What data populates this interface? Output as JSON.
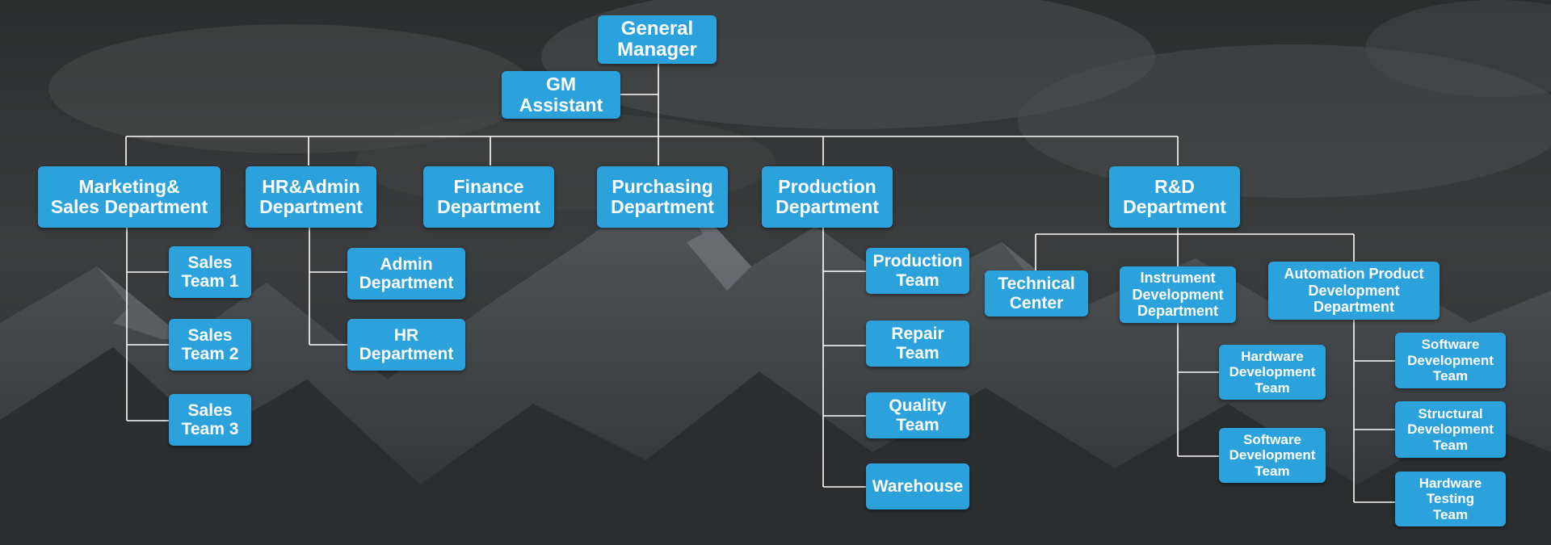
{
  "colors": {
    "node_fill": "#2ca2dd",
    "node_text": "#ffffff",
    "connector": "#ffffff",
    "background": "#2f3133"
  },
  "background_image": "snowy-mountain-range-icon",
  "org_chart": {
    "general_manager": "General\nManager",
    "gm_assistant": "GM\nAssistant",
    "departments": {
      "marketing_sales": "Marketing&\nSales Department",
      "hr_admin": "HR&Admin\nDepartment",
      "finance": "Finance\nDepartment",
      "purchasing": "Purchasing\nDepartment",
      "production": "Production\nDepartment",
      "rd": "R&D\nDepartment"
    },
    "marketing_sales_teams": [
      "Sales\nTeam 1",
      "Sales\nTeam 2",
      "Sales\nTeam 3"
    ],
    "hr_admin_units": [
      "Admin\nDepartment",
      "HR\nDepartment"
    ],
    "production_teams": [
      "Production\nTeam",
      "Repair\nTeam",
      "Quality\nTeam",
      "Warehouse"
    ],
    "rd_units": {
      "technical_center": "Technical\nCenter",
      "instrument_dev": "Instrument\nDevelopment\nDepartment",
      "automation_dev": "Automation Product\nDevelopment\nDepartment"
    },
    "instrument_teams": [
      "Hardware\nDevelopment\nTeam",
      "Software\nDevelopment\nTeam"
    ],
    "automation_teams": [
      "Software\nDevelopment\nTeam",
      "Structural\nDevelopment\nTeam",
      "Hardware\nTesting\nTeam"
    ]
  }
}
